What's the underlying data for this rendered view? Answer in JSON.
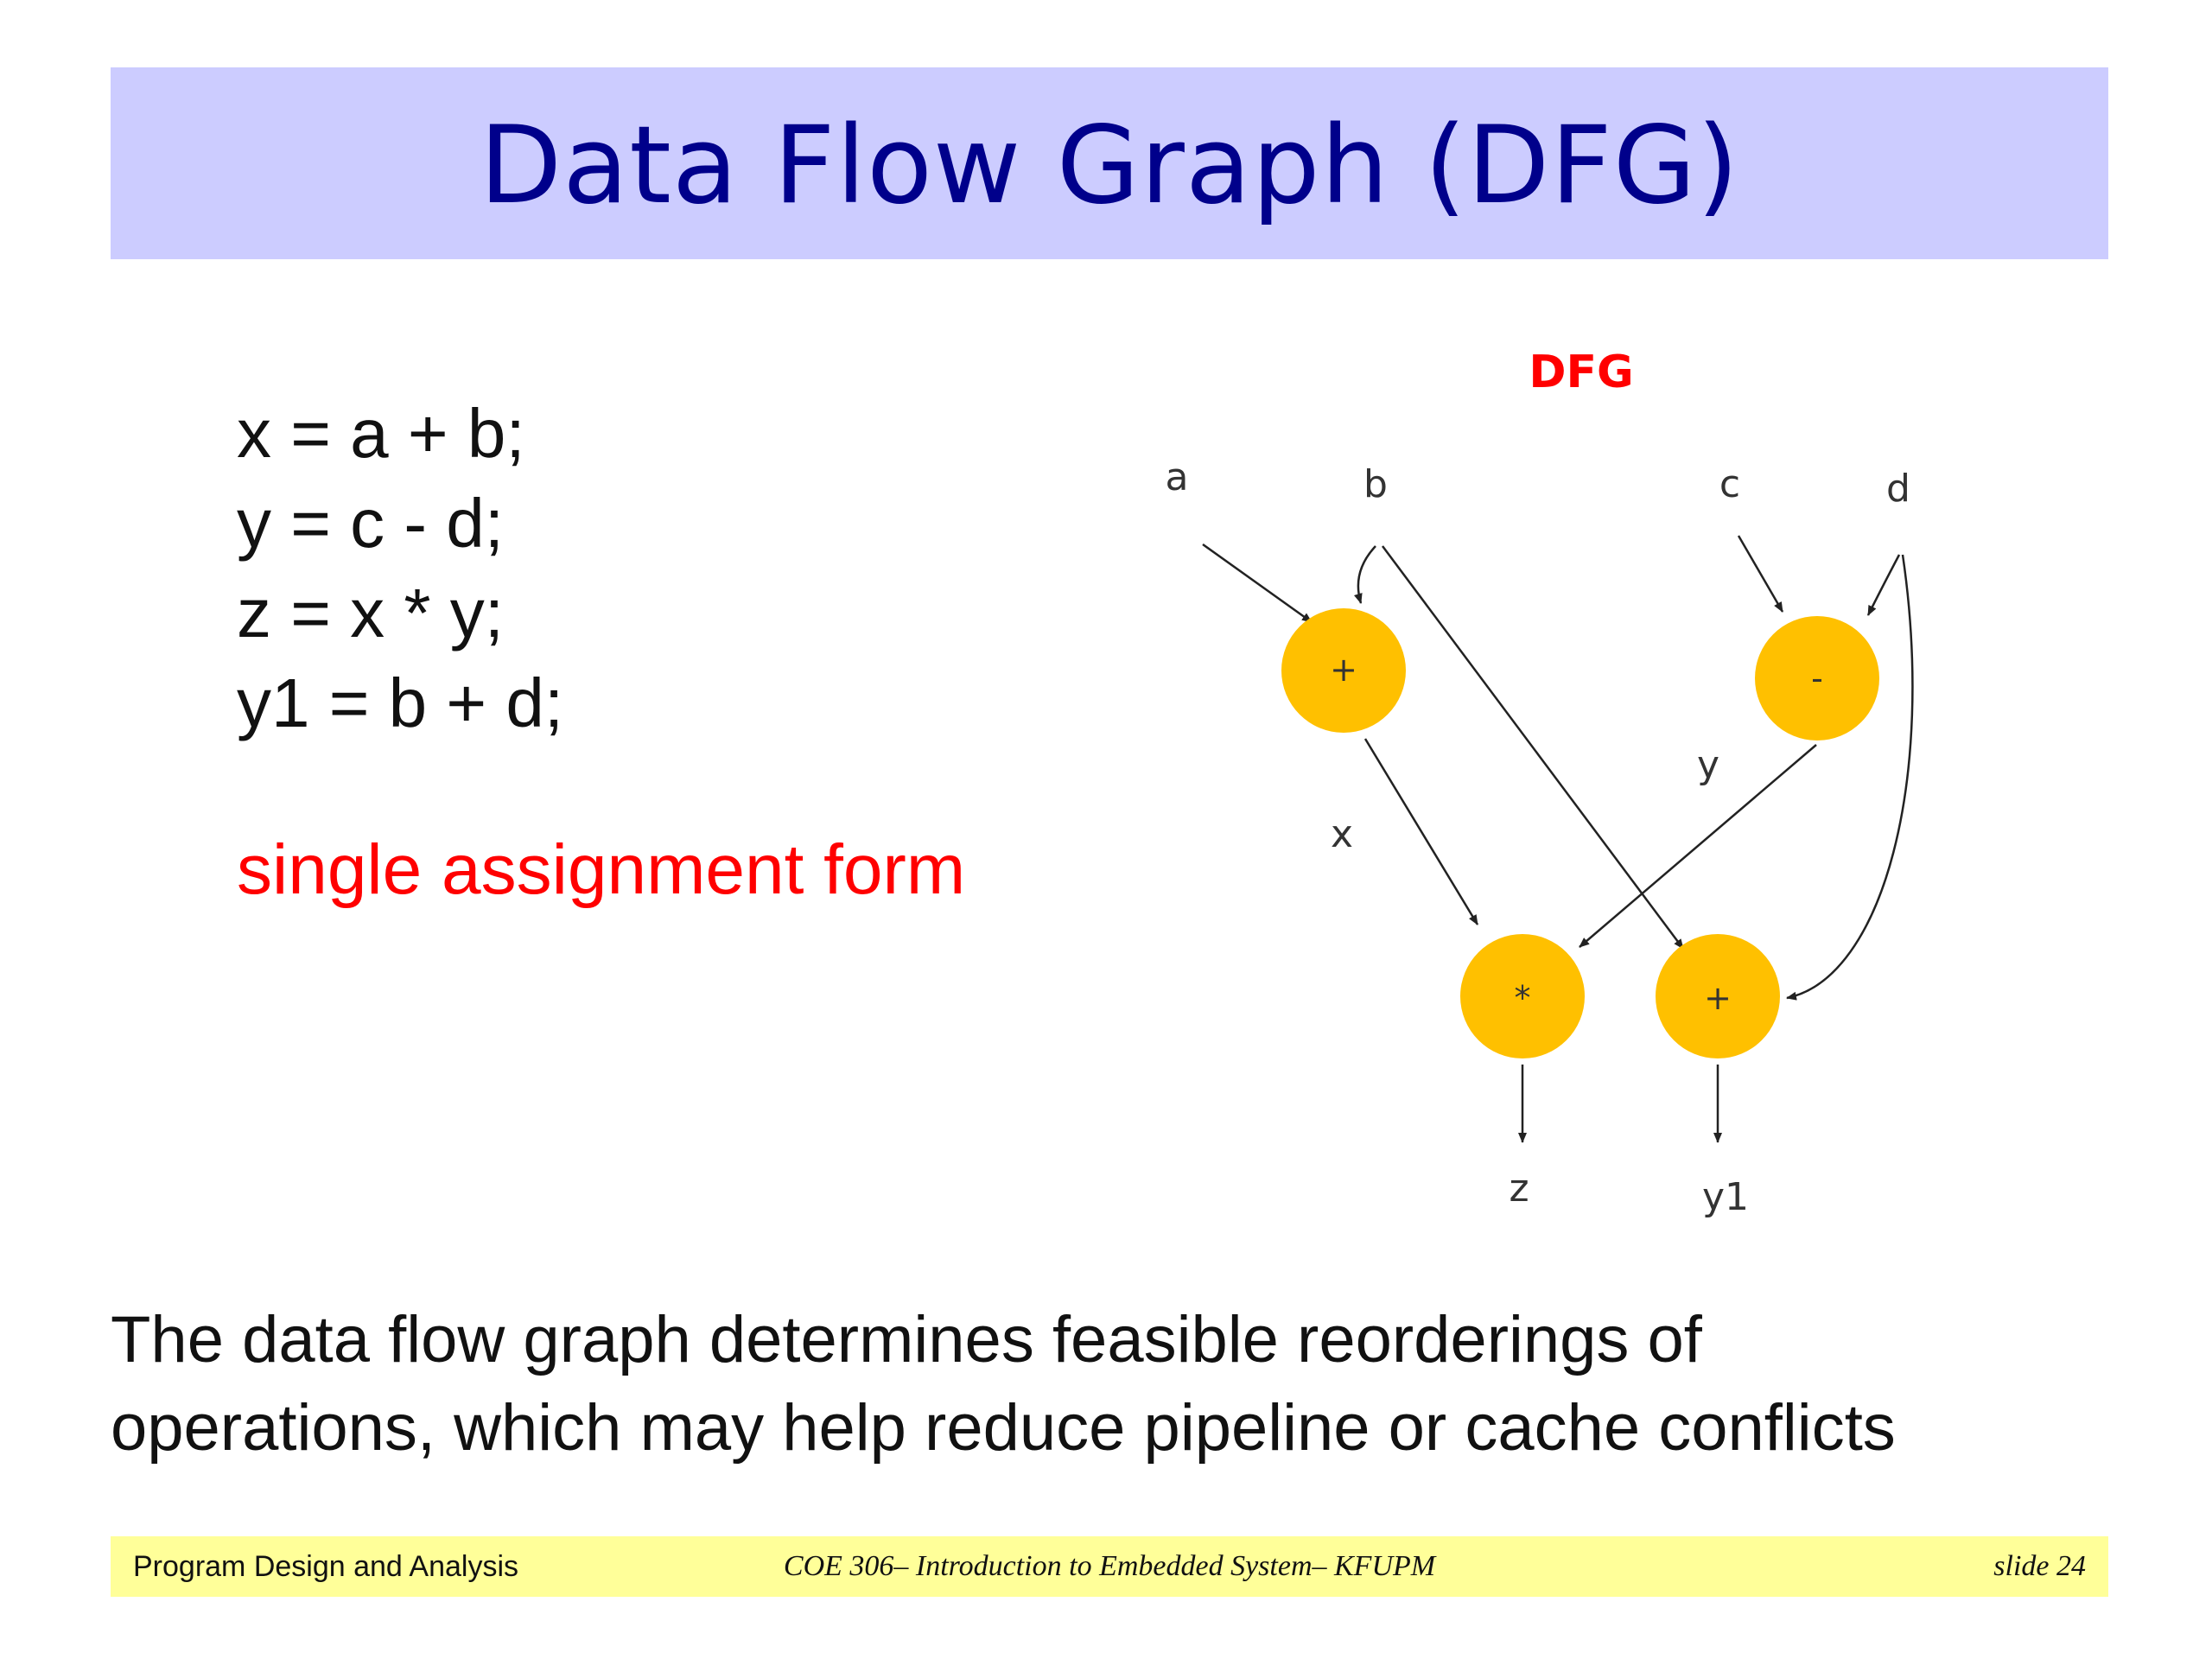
{
  "title": "Data Flow Graph (DFG)",
  "code_lines": [
    "x = a + b;",
    "y = c - d;",
    "z = x * y;",
    "y1 = b + d;"
  ],
  "note": "single assignment form",
  "diagram": {
    "heading": "DFG",
    "inputs": {
      "a": "a",
      "b": "b",
      "c": "c",
      "d": "d"
    },
    "operators": {
      "add1": "+",
      "sub": "-",
      "mul": "*",
      "add2": "+"
    },
    "edge_labels": {
      "x": "x",
      "y": "y"
    },
    "outputs": {
      "z": "z",
      "y1": "y1"
    },
    "node_color": "#ffc000",
    "heading_color": "#ff0000"
  },
  "caption_lines": [
    "The data flow graph determines feasible reorderings of",
    "operations, which may help reduce pipeline or cache conflicts"
  ],
  "footer": {
    "left": "Program Design and Analysis",
    "center": "COE 306– Introduction to Embedded System– KFUPM",
    "right": "slide 24"
  }
}
